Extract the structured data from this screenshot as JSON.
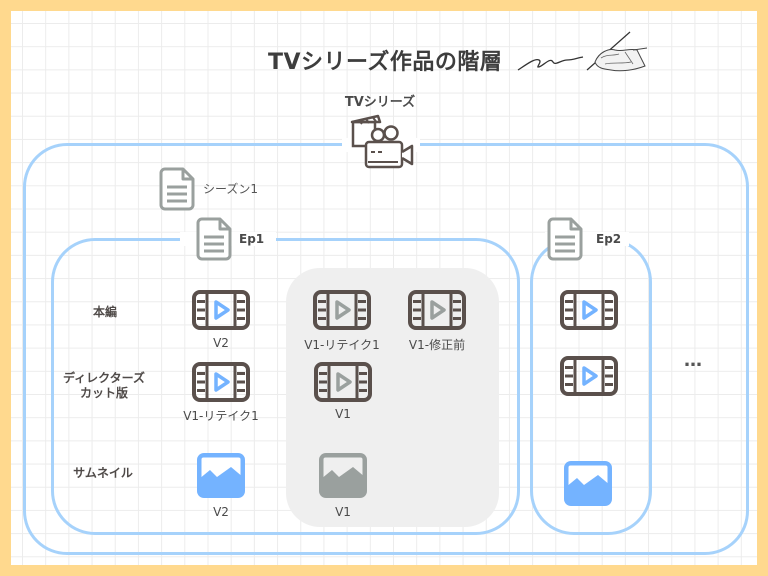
{
  "title": "TVシリーズ作品の階層",
  "root": {
    "label": "TVシリーズ",
    "icon": "video-production-icon"
  },
  "season": {
    "label": "シーズン1",
    "icon": "document-icon"
  },
  "episodes": [
    {
      "label": "Ep1",
      "icon": "document-icon"
    },
    {
      "label": "Ep2",
      "icon": "document-icon"
    }
  ],
  "row_labels": {
    "main": "本編",
    "directors_cut_line1": "ディレクターズ",
    "directors_cut_line2": "カット版",
    "thumbnail": "サムネイル"
  },
  "ep1_items": {
    "main_current": {
      "label": "V2",
      "type": "video",
      "status": "current"
    },
    "directors_current": {
      "label": "V1-リテイク1",
      "type": "video",
      "status": "current"
    },
    "thumbnail_current": {
      "label": "V2",
      "type": "image",
      "status": "current"
    },
    "main_old_1": {
      "label": "V1-リテイク1",
      "type": "video",
      "status": "old"
    },
    "main_old_2": {
      "label": "V1-修正前",
      "type": "video",
      "status": "old"
    },
    "directors_old": {
      "label": "V1",
      "type": "video",
      "status": "old"
    },
    "thumbnail_old": {
      "label": "V1",
      "type": "image",
      "status": "old"
    }
  },
  "ep2_items": [
    {
      "type": "video",
      "status": "current"
    },
    {
      "type": "video",
      "status": "current"
    },
    {
      "type": "image",
      "status": "current"
    }
  ],
  "more": "…",
  "colors": {
    "border": "#ffd98e",
    "container": "#a6d2fb",
    "current_accent": "#74b3ff",
    "old_accent": "#9aa09e",
    "film_frame": "#5a504c",
    "panel": "#efefef"
  }
}
